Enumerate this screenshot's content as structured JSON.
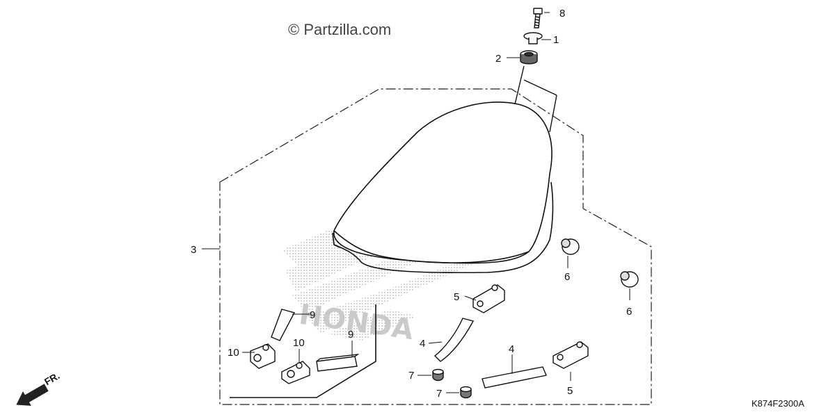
{
  "copyright": "© Partzilla.com",
  "diagram_code": "K874F2300A",
  "front_label": "FR.",
  "watermark_text": "HONDA",
  "callouts": [
    "1",
    "2",
    "3",
    "4",
    "4",
    "5",
    "5",
    "6",
    "6",
    "7",
    "7",
    "8",
    "9",
    "9",
    "10",
    "10"
  ],
  "colors": {
    "line": "#111111",
    "dash": "#222222",
    "watermark": "#b9b9b9",
    "part_fill": "#ffffff"
  }
}
